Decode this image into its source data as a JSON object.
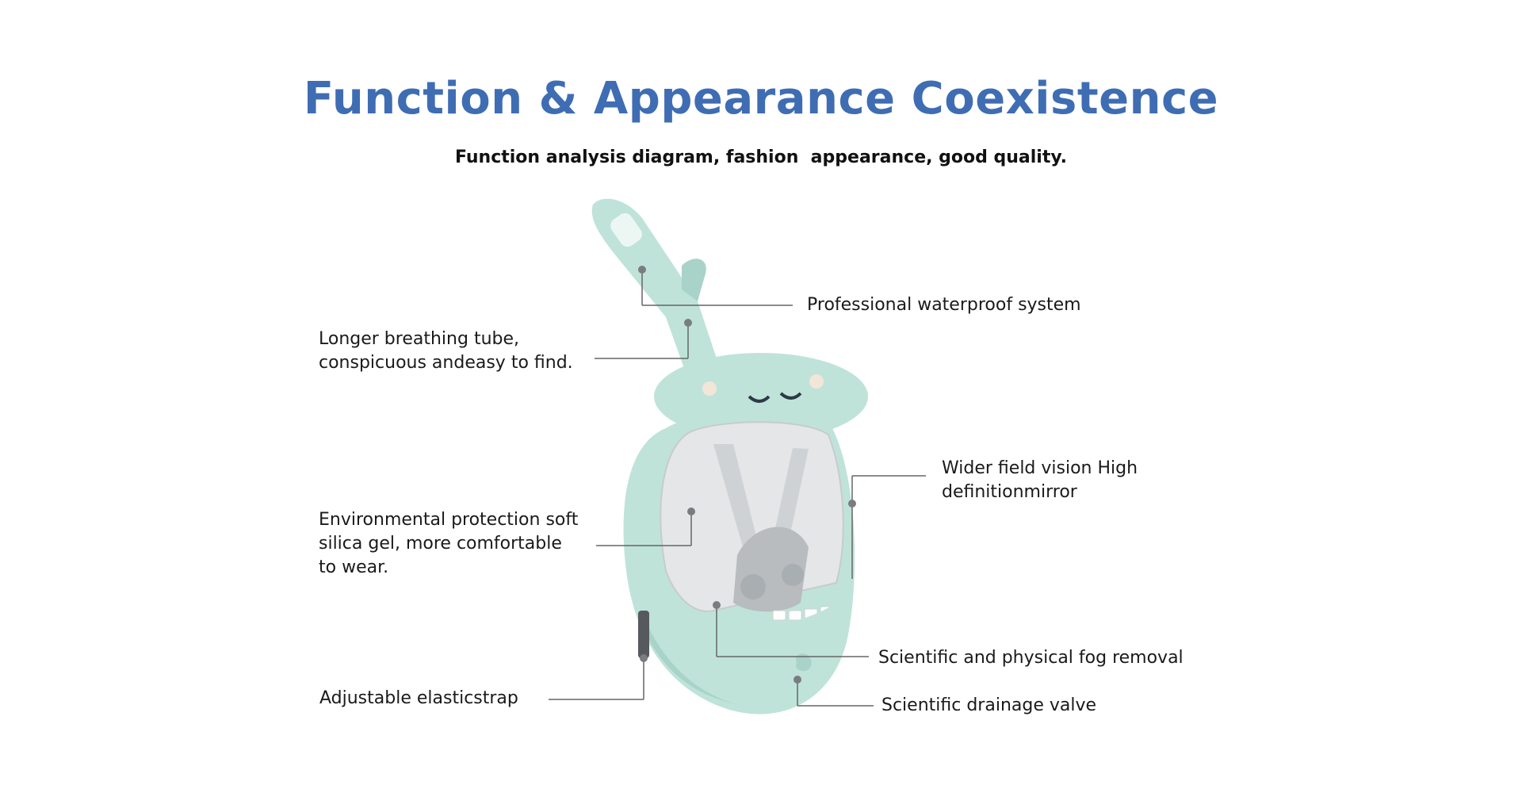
{
  "heading": {
    "title": "Function & Appearance Coexistence",
    "subtitle": "Function analysis diagram, fashion  appearance, good quality."
  },
  "labels": {
    "waterproof": "Professional waterproof system",
    "tube": "Longer breathing tube,\nconspicuous andeasy to find.",
    "vision": "Wider field vision High\ndefinitionmirror",
    "silica": "Environmental protection soft\nsilica gel, more comfortable\nto wear.",
    "fog": "Scientific and physical fog removal",
    "strap": "Adjustable elasticstrap",
    "drain": "Scientific drainage valve"
  },
  "colors": {
    "title": "#3f6db3",
    "mask_body": "#bfe3d9",
    "mask_shade": "#a9d3c8",
    "lens": "#e4e6e8",
    "leader_line": "#666666"
  },
  "icons": {
    "product": "snorkel-mask-illustration"
  }
}
